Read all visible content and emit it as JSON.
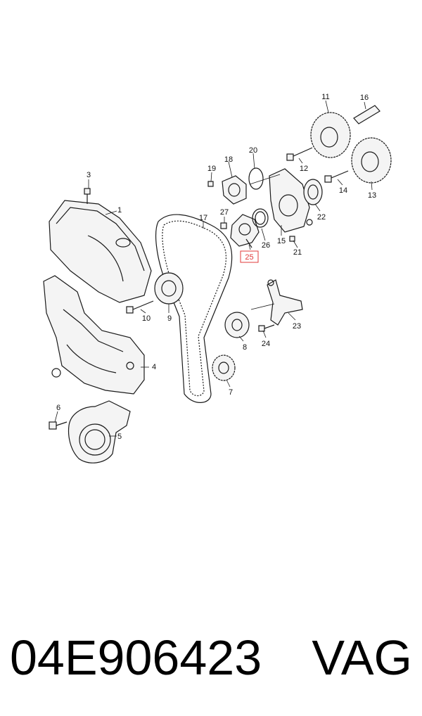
{
  "diagram": {
    "callouts": [
      {
        "id": "1",
        "label": "1"
      },
      {
        "id": "3",
        "label": "3"
      },
      {
        "id": "4",
        "label": "4"
      },
      {
        "id": "5",
        "label": "5"
      },
      {
        "id": "6",
        "label": "6"
      },
      {
        "id": "7",
        "label": "7"
      },
      {
        "id": "8",
        "label": "8"
      },
      {
        "id": "9",
        "label": "9"
      },
      {
        "id": "10",
        "label": "10"
      },
      {
        "id": "11",
        "label": "11"
      },
      {
        "id": "12",
        "label": "12"
      },
      {
        "id": "13",
        "label": "13"
      },
      {
        "id": "14",
        "label": "14"
      },
      {
        "id": "15",
        "label": "15"
      },
      {
        "id": "16",
        "label": "16"
      },
      {
        "id": "17",
        "label": "17"
      },
      {
        "id": "18",
        "label": "18"
      },
      {
        "id": "19",
        "label": "19"
      },
      {
        "id": "20",
        "label": "20"
      },
      {
        "id": "21",
        "label": "21"
      },
      {
        "id": "22",
        "label": "22"
      },
      {
        "id": "23",
        "label": "23"
      },
      {
        "id": "24",
        "label": "24"
      },
      {
        "id": "25",
        "label": "25"
      },
      {
        "id": "26",
        "label": "26"
      },
      {
        "id": "27",
        "label": "27"
      }
    ],
    "highlighted_part": "25",
    "highlight_color": "#e03a3a"
  },
  "footer": {
    "part_number": "04E906423",
    "brand": "VAG"
  }
}
